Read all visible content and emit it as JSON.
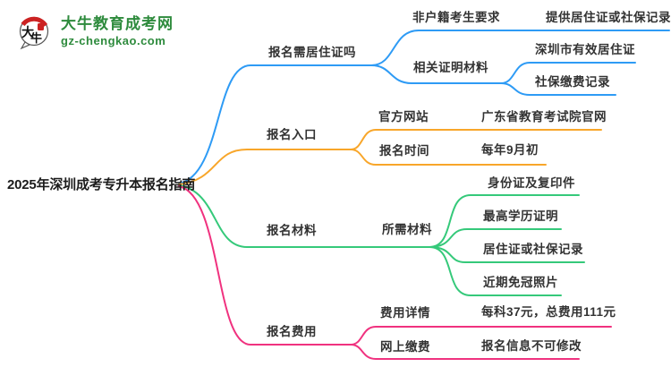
{
  "logo": {
    "icon_text": "大牛",
    "site_name": "大牛教育成考网",
    "site_domain": "gz-chengkao.com",
    "brand_green": "#2e8b3d",
    "seal_red": "#cc2222"
  },
  "root": {
    "label": "2025年深圳成考专升本报名指南"
  },
  "branches": [
    {
      "label": "报名需居住证吗",
      "color": "#2e9bf5",
      "children": [
        {
          "label": "非户籍考生要求",
          "children": [
            {
              "label": "提供居住证或社保记录"
            }
          ]
        },
        {
          "label": "相关证明材料",
          "children": [
            {
              "label": "深圳市有效居住证"
            },
            {
              "label": "社保缴费记录"
            }
          ]
        }
      ]
    },
    {
      "label": "报名入口",
      "color": "#f8a62a",
      "children": [
        {
          "label": "官方网站",
          "children": [
            {
              "label": "广东省教育考试院官网"
            }
          ]
        },
        {
          "label": "报名时间",
          "children": [
            {
              "label": "每年9月初"
            }
          ]
        }
      ]
    },
    {
      "label": "报名材料",
      "color": "#35c97a",
      "children": [
        {
          "label": "所需材料",
          "children": [
            {
              "label": "身份证及复印件"
            },
            {
              "label": "最高学历证明"
            },
            {
              "label": "居住证或社保记录"
            },
            {
              "label": "近期免冠照片"
            }
          ]
        }
      ]
    },
    {
      "label": "报名费用",
      "color": "#f0327f",
      "children": [
        {
          "label": "费用详情",
          "children": [
            {
              "label": "每科37元，总费用111元"
            }
          ]
        },
        {
          "label": "网上缴费",
          "children": [
            {
              "label": "报名信息不可修改"
            }
          ]
        }
      ]
    }
  ]
}
